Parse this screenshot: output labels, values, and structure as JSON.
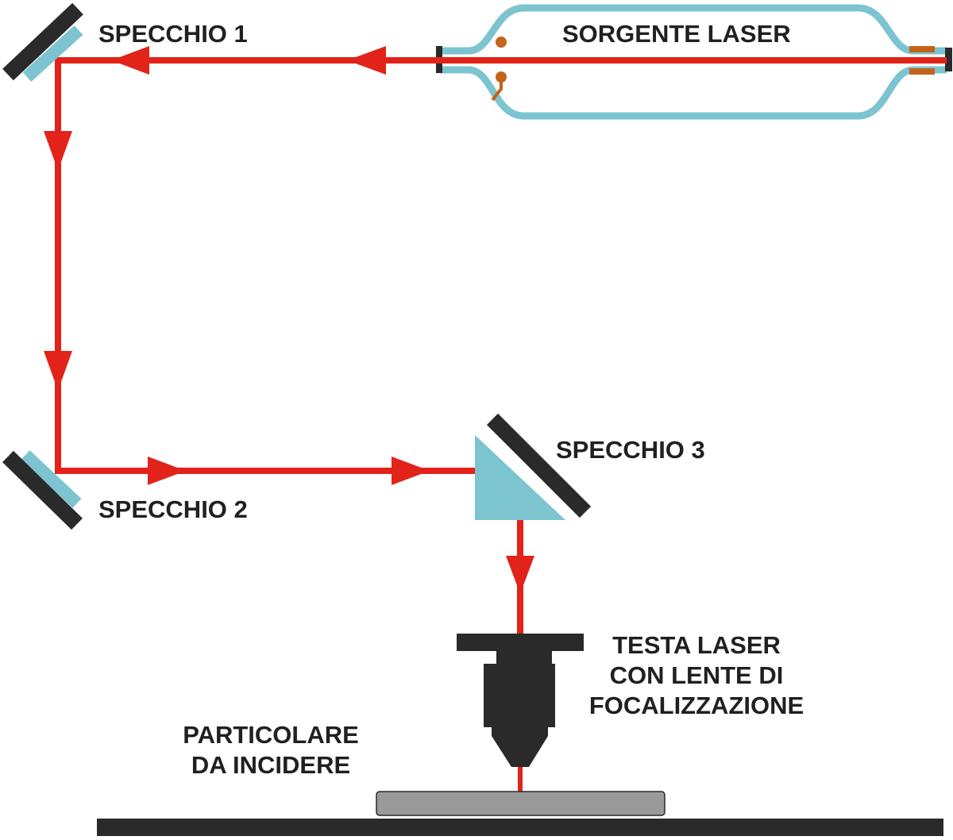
{
  "labels": {
    "mirror_1": "SPECCHIO 1",
    "mirror_2": "SPECCHIO 2",
    "mirror_3": "SPECCHIO 3",
    "laser_source": "SORGENTE LASER",
    "laser_head": [
      "TESTA LASER",
      "CON LENTE DI",
      "FOCALIZZAZIONE"
    ],
    "workpiece": [
      "PARTICOLARE",
      "DA INCIDERE"
    ]
  },
  "colors": {
    "beam": "#e2231a",
    "optic": "#7cc4cf",
    "dark": "#2a2a2a",
    "electrode": "#c2641a",
    "workpiece": "#9a9a9a",
    "background": "#ffffff"
  }
}
